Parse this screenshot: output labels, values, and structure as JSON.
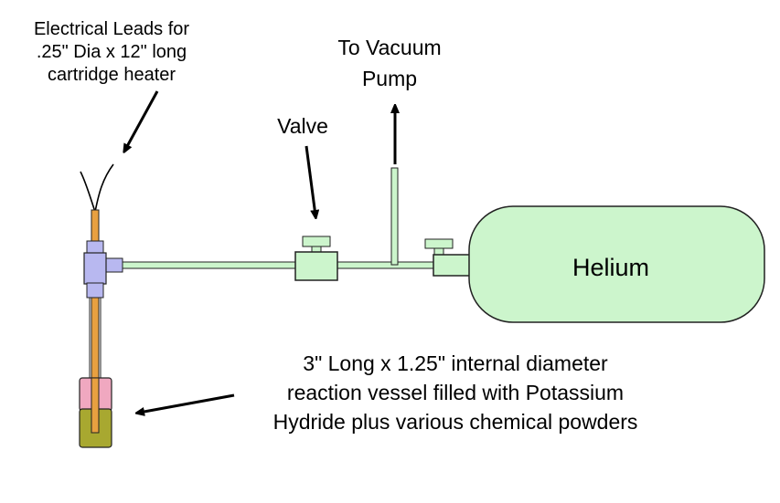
{
  "labels": {
    "leads": [
      "Electrical Leads for",
      ".25\" Dia x 12\" long",
      "cartridge heater"
    ],
    "vacuum": [
      "To Vacuum",
      "Pump"
    ],
    "valve": "Valve",
    "helium": "Helium",
    "vessel": [
      "3\" Long x 1.25\" internal diameter",
      "reaction vessel filled with Potassium",
      "Hydride plus various chemical powders"
    ]
  },
  "colors": {
    "gas_line": "#ccf5cc",
    "heater": "#e8a040",
    "fitting": "#b8b8f0",
    "vessel_upper": "#f0a8c0",
    "vessel_lower": "#a8a830",
    "outline": "#222222"
  }
}
